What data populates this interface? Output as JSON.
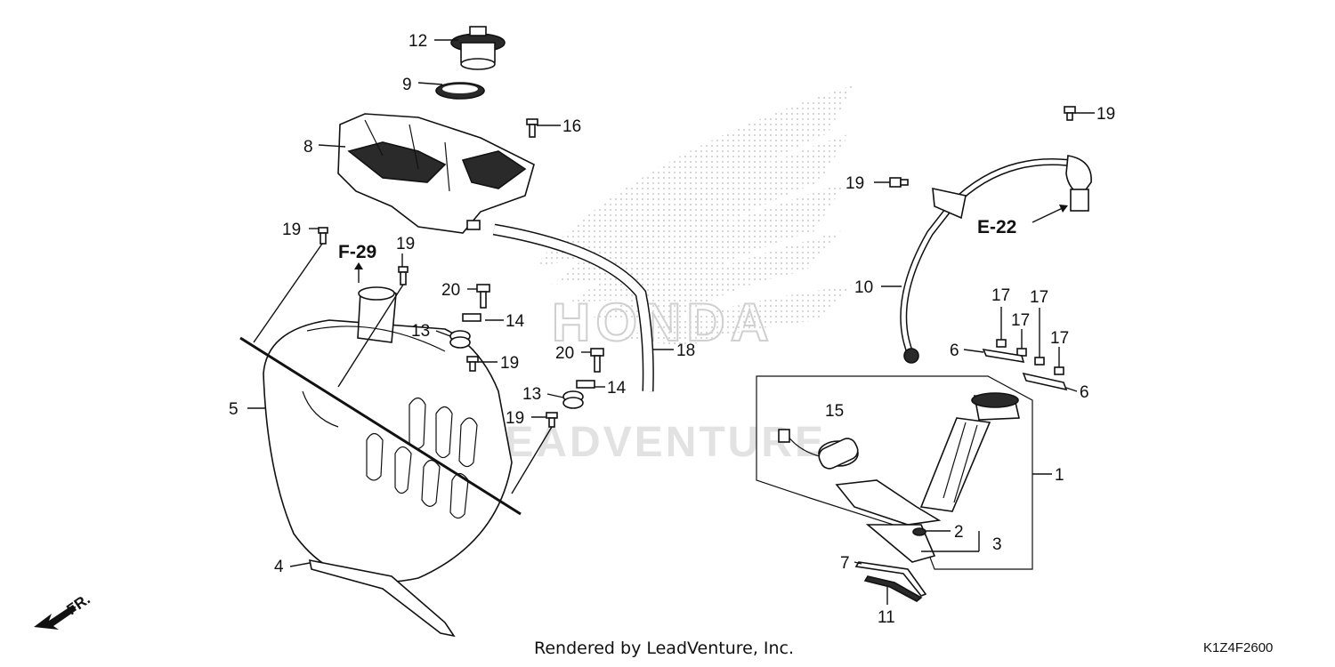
{
  "diagram": {
    "callouts": [
      "12",
      "9",
      "16",
      "8",
      "19",
      "19",
      "20",
      "14",
      "13",
      "19",
      "20",
      "13",
      "14",
      "19",
      "18",
      "5",
      "4",
      "19",
      "19",
      "10",
      "17",
      "17",
      "17",
      "17",
      "6",
      "6",
      "15",
      "1",
      "2",
      "3",
      "7",
      "11"
    ],
    "references": {
      "f29": "F-29",
      "e22": "E-22"
    },
    "front_label": "FR.",
    "watermark_text": "LEADVENTURE",
    "watermark_brand": "HONDA"
  },
  "footer": {
    "credit": "Rendered by LeadVenture, Inc.",
    "diagram_code": "K1Z4F2600"
  },
  "colors": {
    "ink": "#111111",
    "watermark": "#d9d9d9",
    "background": "#ffffff"
  }
}
